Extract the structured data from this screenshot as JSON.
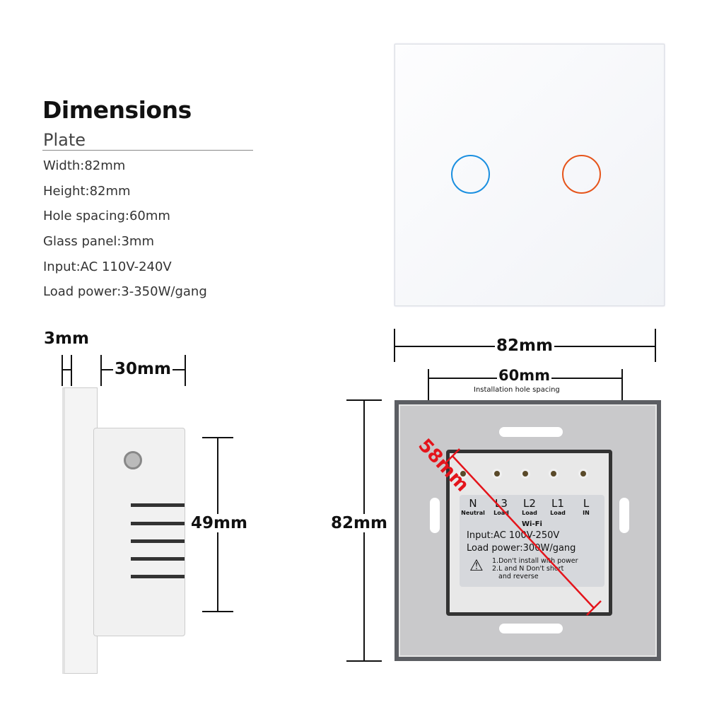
{
  "heading": "Dimensions",
  "section": "Plate",
  "specs": [
    "Width:82mm",
    "Height:82mm",
    "Hole spacing:60mm",
    "Glass panel:3mm",
    "Input:AC 110V-240V",
    "Load power:3-350W/gang"
  ],
  "front": {
    "buttons": 2,
    "colors": {
      "left": "#1a8fe0",
      "right": "#e6541a"
    }
  },
  "dims": {
    "width": "82mm",
    "hole_spacing": "60mm",
    "hole_caption": "Installation hole spacing",
    "height": "82mm",
    "glass": "3mm",
    "depth": "30mm",
    "module_height": "49mm",
    "diagonal": "58mm"
  },
  "back_label": {
    "terminals": [
      {
        "t": "N",
        "s": "Neutral"
      },
      {
        "t": "L3",
        "s": "Load"
      },
      {
        "t": "L2",
        "s": "Load"
      },
      {
        "t": "L1",
        "s": "Load"
      },
      {
        "t": "L",
        "s": "IN"
      }
    ],
    "wifi": "Wi-Fi",
    "input": "Input:AC 100V-250V",
    "load": "Load power:300W/gang",
    "warn1": "1.Don't install with power",
    "warn2": "2.L and N Don't short",
    "warn3": "and reverse"
  }
}
